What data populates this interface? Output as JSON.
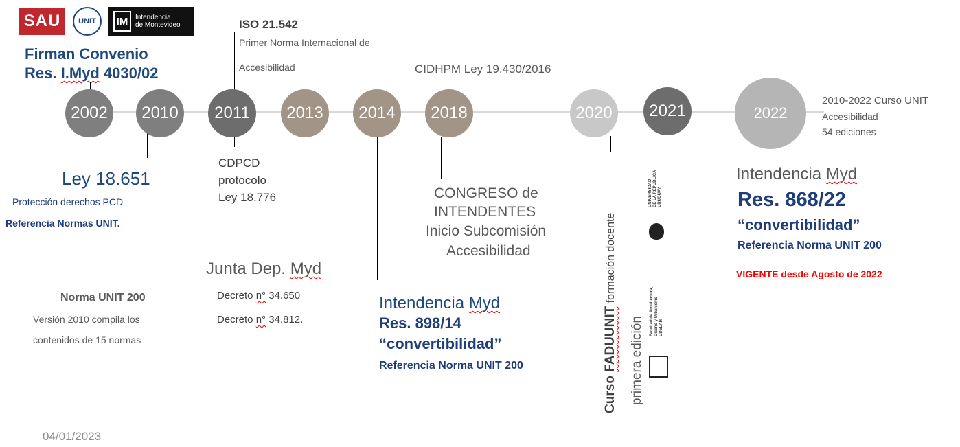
{
  "logos": {
    "sau": "SAU",
    "unit": "UNIT",
    "im_mark": "IM",
    "im_line1": "Intendencia",
    "im_line2": "de Montevideo"
  },
  "header": {
    "title": "Firman Convenio",
    "res_prefix": "Res. ",
    "res_wavy": "I.Myd",
    "res_suffix": " 4030/02"
  },
  "years": [
    "2002",
    "2010",
    "2011",
    "2013",
    "2014",
    "2018",
    "2020",
    "2021",
    "2022"
  ],
  "iso": {
    "title": "ISO 21.542",
    "line1": "Primer Norma Internacional de",
    "line2": "Accesibilidad"
  },
  "cidhpm": "CIDHPM Ley 19.430/2016",
  "curso_unit": {
    "line1": "2010-2022 Curso UNIT",
    "line2": "Accesibilidad",
    "line3": "54 ediciones"
  },
  "ley18651": {
    "title": "Ley 18.651",
    "line1": "Protección derechos PCD",
    "line2": "Referencia Normas UNIT."
  },
  "cdpcd": {
    "line1": "CDPCD",
    "line2": "protocolo",
    "line3": "Ley 18.776"
  },
  "norma_unit": {
    "title": "Norma UNIT 200",
    "line1": "Versión 2010 compila los",
    "line2": "contenidos de 15 normas"
  },
  "junta": {
    "title_prefix": "Junta Dep. ",
    "title_wavy": "Myd",
    "dec1_prefix": "Decreto ",
    "dec1_wavy": "n°",
    "dec1_suffix": " 34.650",
    "dec2_prefix": "Decreto ",
    "dec2_wavy": "n°",
    "dec2_suffix": " 34.812."
  },
  "congreso": {
    "line1": "CONGRESO de",
    "line2": "INTENDENTES",
    "line3": "Inicio Subcomisión",
    "line4": "Accesibilidad"
  },
  "res898": {
    "title_prefix": "Intendencia ",
    "title_wavy": "Myd",
    "res": "Res. 898/14",
    "quote": "“convertibilidad”",
    "ref": "Referencia Norma UNIT 200"
  },
  "faduunit": {
    "curso": "Curso ",
    "fadu": "FADUUNIT",
    "rest": " formación docente",
    "line2": "primera edición"
  },
  "univ_logo": {
    "line1": "UNIVERSIDAD",
    "line2": "DE LA REPÚBLICA",
    "line3": "URUGUAY"
  },
  "fadu_logo": {
    "line1": "Facultad de Arquitectura,",
    "line2": "Diseño y Urbanismo",
    "line3": "UDELAR"
  },
  "res868": {
    "title_prefix": "Intendencia ",
    "title_wavy": "Myd",
    "res": "Res. 868/22",
    "quote": "“convertibilidad”",
    "ref": "Referencia Norma UNIT 200",
    "vigente": "VIGENTE desde Agosto de 2022"
  },
  "footer_date": "04/01/2023",
  "colors": {
    "timeline": "#d9d9d9",
    "blue_text": "#1f497d",
    "red_text": "#ff0000",
    "circle_dark": "#7f7f7f",
    "circle_taupe": "#a29587",
    "circle_light": "#c8c8c8",
    "circle_darkest": "#6d6d6d"
  }
}
